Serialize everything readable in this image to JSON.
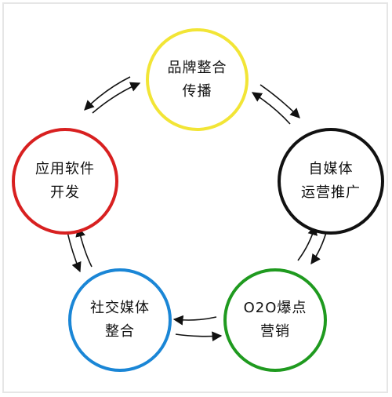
{
  "diagram": {
    "nodes": [
      {
        "id": "brand",
        "line1": "品牌整合",
        "line2": "传播",
        "color": "#f2e536"
      },
      {
        "id": "media",
        "line1": "自媒体",
        "line2": "运营推广",
        "color": "#111111"
      },
      {
        "id": "o2o",
        "line1": "O2O爆点",
        "line2": "营销",
        "color": "#1f9a1f"
      },
      {
        "id": "social",
        "line1": "社交媒体",
        "line2": "整合",
        "color": "#1a86d6"
      },
      {
        "id": "app",
        "line1": "应用软件",
        "line2": "开发",
        "color": "#d82020"
      }
    ],
    "connections": [
      {
        "from": "brand",
        "to": "media",
        "bidirectional": true
      },
      {
        "from": "media",
        "to": "o2o",
        "bidirectional": true
      },
      {
        "from": "o2o",
        "to": "social",
        "bidirectional": true
      },
      {
        "from": "social",
        "to": "app",
        "bidirectional": true
      },
      {
        "from": "app",
        "to": "brand",
        "bidirectional": true
      }
    ],
    "arrow_color": "#111111",
    "frame_color": "#e6e6e6",
    "background": "#ffffff"
  }
}
